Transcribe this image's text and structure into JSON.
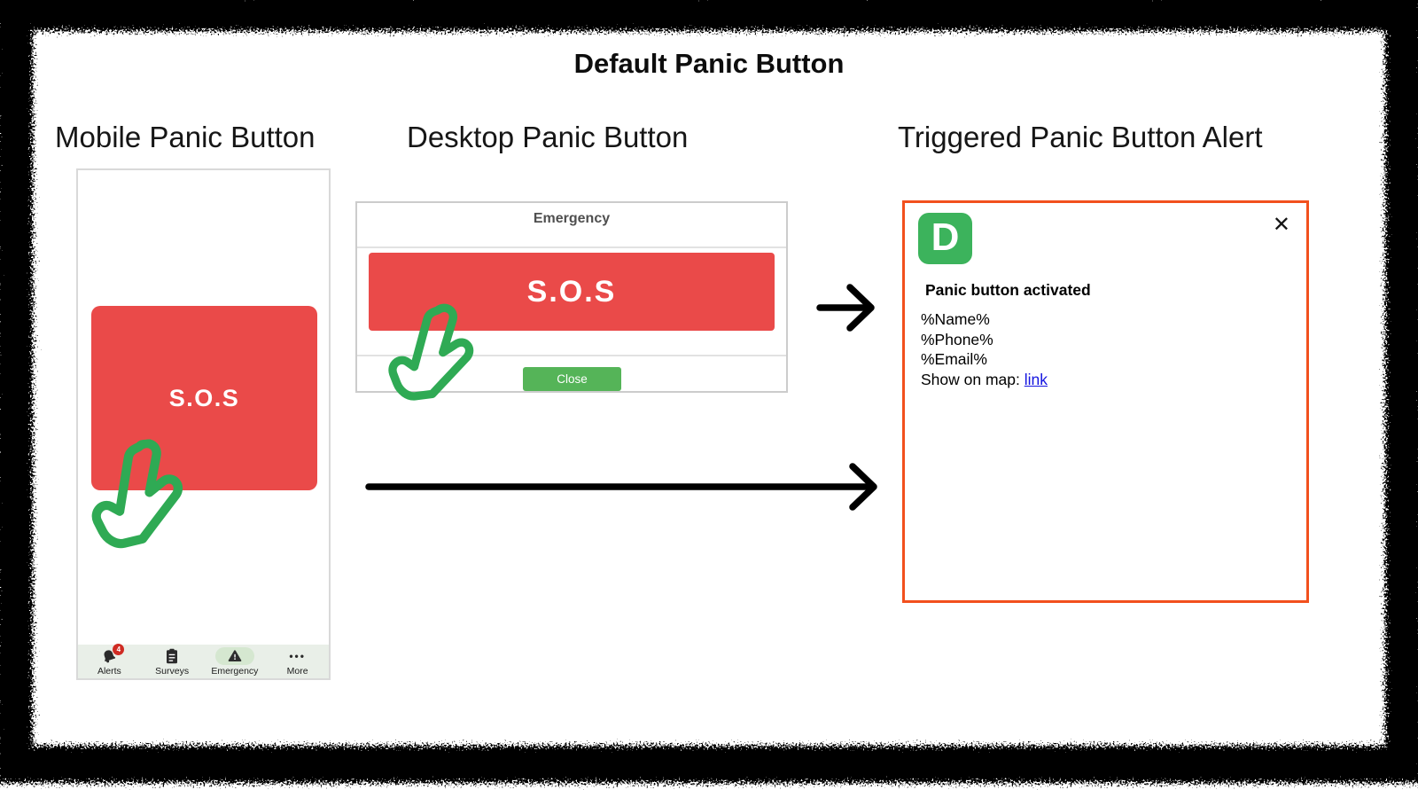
{
  "title": "Default Panic Button",
  "sections": {
    "mobile": {
      "heading": "Mobile Panic Button",
      "sos_label": "S.O.S",
      "nav": {
        "items": [
          {
            "label": "Alerts",
            "icon": "bell-icon",
            "badge": "4"
          },
          {
            "label": "Surveys",
            "icon": "clipboard-icon"
          },
          {
            "label": "Emergency",
            "icon": "warning-triangle-icon",
            "active": true
          },
          {
            "label": "More",
            "icon": "more-dots-icon",
            "dots": "•••"
          }
        ]
      }
    },
    "desktop": {
      "heading": "Desktop Panic Button",
      "panel_title": "Emergency",
      "sos_label": "S.O.S",
      "close_label": "Close"
    },
    "alert": {
      "heading": "Triggered Panic Button Alert",
      "logo_letter": "D",
      "close_glyph": "✕",
      "title": "Panic button activated",
      "line_name": "%Name%",
      "line_phone": "%Phone%",
      "line_email": "%Email%",
      "map_prefix": "Show on map: ",
      "map_link": "link"
    }
  },
  "colors": {
    "sos_red": "#ea4a49",
    "close_green": "#55b458",
    "logo_green": "#3cb35c",
    "pointer_green": "#2faa54",
    "alert_border_orange": "#f2501d",
    "badge_red": "#cf2b23",
    "nav_bg_green": "#e9efe8",
    "nav_pill_green": "#d5e7d0"
  }
}
